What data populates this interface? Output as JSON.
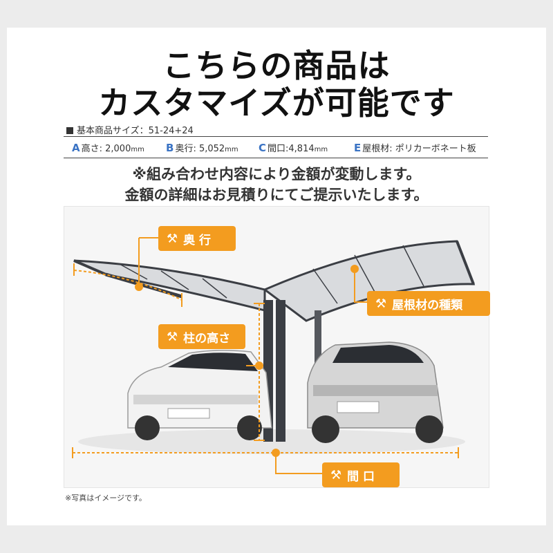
{
  "headline": {
    "line1": "こちらの商品は",
    "line2": "カスタマイズが可能です"
  },
  "spec": {
    "title": "基本商品サイズ：51-24+24",
    "items": [
      {
        "letter": "A",
        "label": "高さ: ",
        "value": "2,000",
        "unit": "mm"
      },
      {
        "letter": "B",
        "label": "奥行: ",
        "value": "5,052",
        "unit": "mm"
      },
      {
        "letter": "C",
        "label": "間口:",
        "value": "4,814",
        "unit": "mm"
      },
      {
        "letter": "E",
        "label": "屋根材: ",
        "value": "ポリカーボネート板",
        "unit": ""
      }
    ]
  },
  "notice": {
    "line1": "※組み合わせ内容により金額が変動します。",
    "line2": "金額の詳細はお見積りにてご提示いたします。"
  },
  "callouts": {
    "depth": "奥 行",
    "roof": "屋根材の種類",
    "height": "柱の高さ",
    "width": "間 口"
  },
  "footnote": "※写真はイメージです。",
  "colors": {
    "accent": "#f39c1f",
    "letter": "#3a73c4",
    "frame": "#3b3e44",
    "background_frame": "#ececec"
  },
  "icons": {
    "callout": "tools-icon"
  }
}
